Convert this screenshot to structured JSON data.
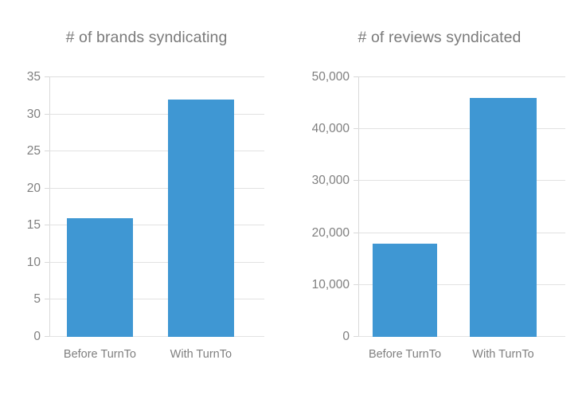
{
  "chart_data": [
    {
      "type": "bar",
      "title": "# of brands syndicating",
      "categories": [
        "Before TurnTo",
        "With TurnTo"
      ],
      "values": [
        16,
        32
      ],
      "xlabel": "",
      "ylabel": "",
      "ylim": [
        0,
        35
      ],
      "yticks": [
        0,
        5,
        10,
        15,
        20,
        25,
        30,
        35
      ],
      "ytick_labels": [
        "0",
        "5",
        "10",
        "15",
        "20",
        "25",
        "30",
        "35"
      ],
      "grid": true,
      "legend": "none",
      "bar_color": "#3f97d3"
    },
    {
      "type": "bar",
      "title": "# of reviews syndicated",
      "categories": [
        "Before TurnTo",
        "With TurnTo"
      ],
      "values": [
        18000,
        46000
      ],
      "xlabel": "",
      "ylabel": "",
      "ylim": [
        0,
        50000
      ],
      "yticks": [
        0,
        10000,
        20000,
        30000,
        40000,
        50000
      ],
      "ytick_labels": [
        "0",
        "10,000",
        "20,000",
        "30,000",
        "40,000",
        "50,000"
      ],
      "grid": true,
      "legend": "none",
      "bar_color": "#3f97d3"
    }
  ],
  "colors": {
    "bar": "#3f97d3",
    "grid": "#e2e2e2",
    "text": "#7f7f7f",
    "background": "#ffffff"
  }
}
